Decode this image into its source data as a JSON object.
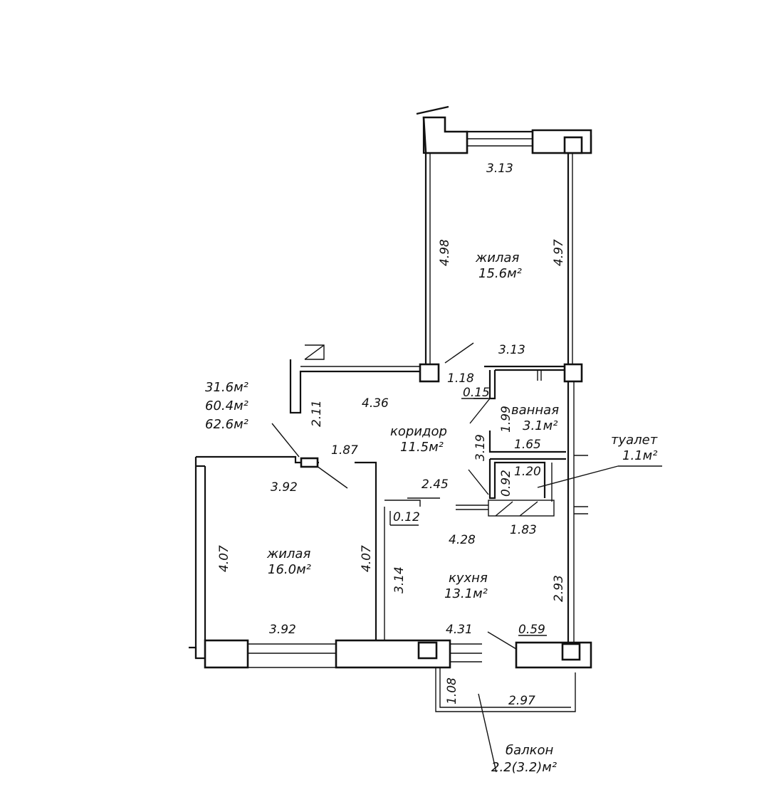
{
  "rooms": {
    "living_top": {
      "name": "жилая",
      "area": "15.6м²"
    },
    "living_left": {
      "name": "жилая",
      "area": "16.0м²"
    },
    "corridor": {
      "name": "коридор",
      "area": "11.5м²"
    },
    "bathroom": {
      "name": "ванная",
      "area": "3.1м²"
    },
    "toilet": {
      "name": "туалет",
      "area": "1.1м²"
    },
    "kitchen": {
      "name": "кухня",
      "area": "13.1м²"
    },
    "balcony": {
      "name": "балкон",
      "area": "2.2(3.2)м²"
    }
  },
  "totals": {
    "living": "31.6м²",
    "total": "60.4м²",
    "total_with_balcony": "62.6м²"
  },
  "dimensions": {
    "top_room_width_top": "3.13",
    "top_room_height_left": "4.98",
    "top_room_height_right": "4.97",
    "top_room_width_bottom": "3.13",
    "corridor_1_18": "1.18",
    "corridor_0_15": "0.15",
    "corridor_4_36": "4.36",
    "corridor_2_11": "2.11",
    "corridor_1_87": "1.87",
    "corridor_3_19": "3.19",
    "corridor_2_45": "2.45",
    "corridor_0_12": "0.12",
    "bath_1_99": "1.99",
    "bath_1_65": "1.65",
    "toilet_0_92": "0.92",
    "toilet_1_20": "1.20",
    "toilet_1_83": "1.83",
    "left_room_width_top": "3.92",
    "left_room_height_left": "4.07",
    "left_room_height_right": "4.07",
    "left_room_width_bottom": "3.92",
    "kitchen_4_28": "4.28",
    "kitchen_3_14": "3.14",
    "kitchen_2_93": "2.93",
    "kitchen_4_31": "4.31",
    "kitchen_0_59": "0.59",
    "balcony_1_08": "1.08",
    "balcony_2_97": "2.97"
  }
}
